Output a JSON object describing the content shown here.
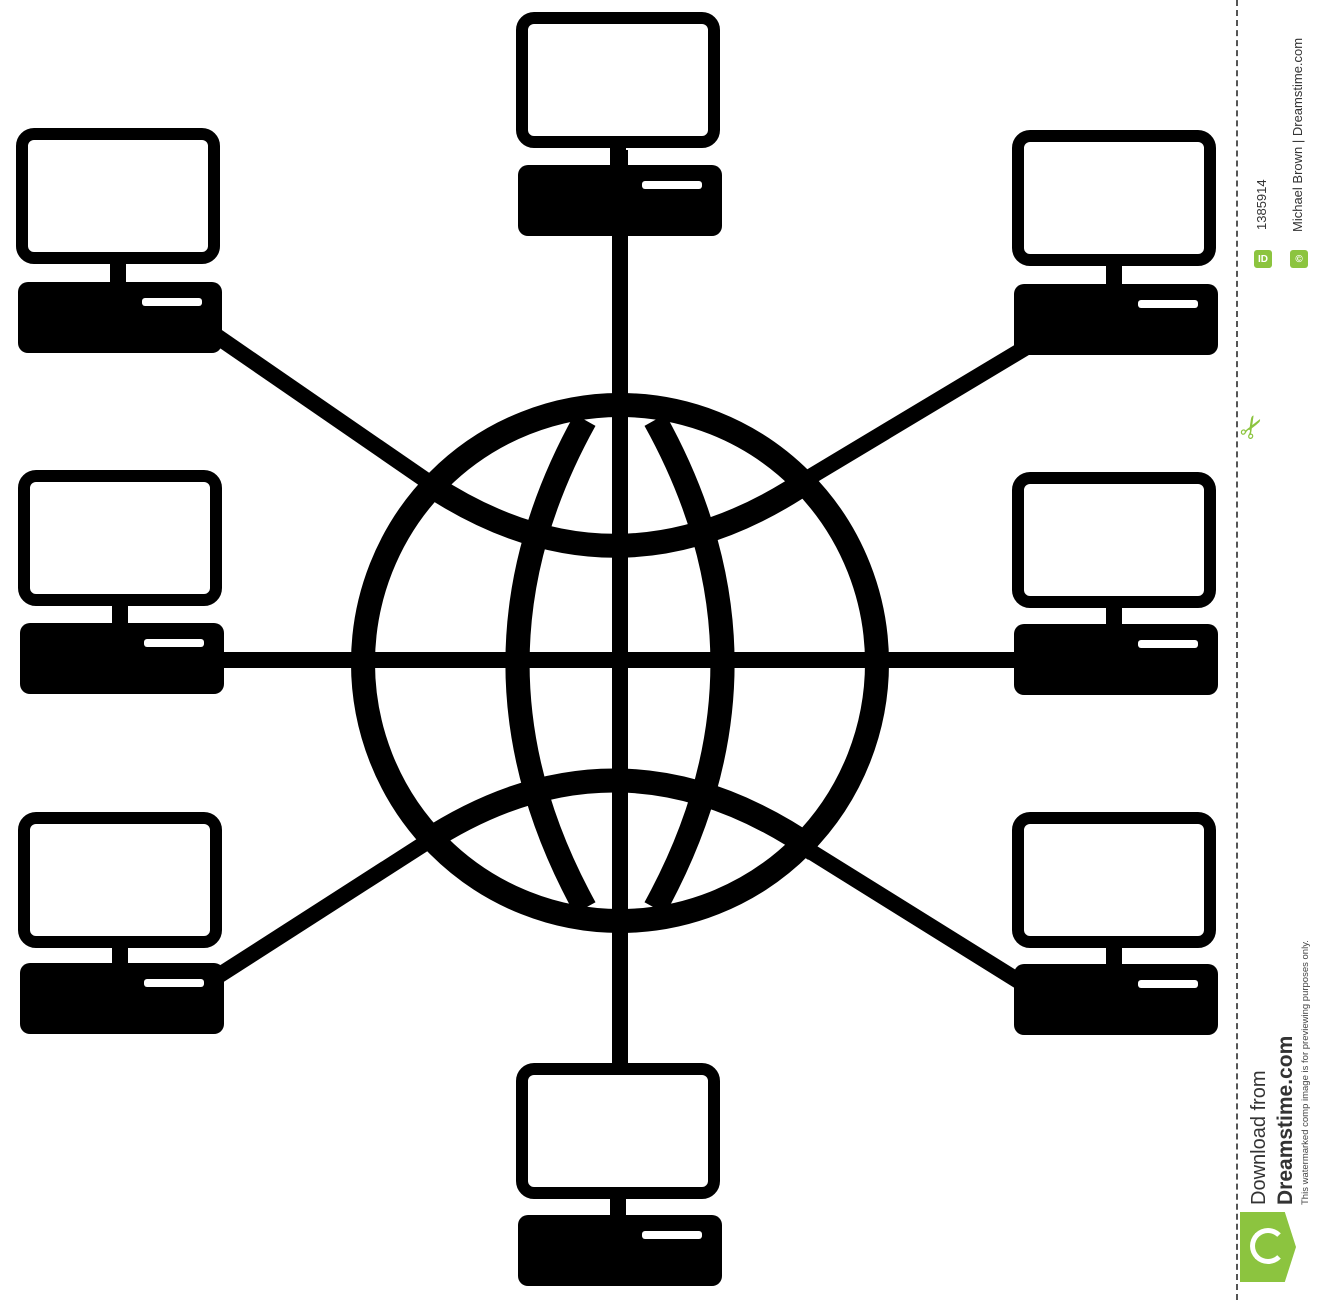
{
  "diagram": {
    "nodes": [
      "computer",
      "computer",
      "computer",
      "computer",
      "computer",
      "computer",
      "computer",
      "computer"
    ],
    "hub": "globe",
    "colors": {
      "ink": "#000000",
      "background": "#ffffff",
      "brand": "#8cc43f"
    }
  },
  "watermark": {
    "text": "dreamstime",
    "image_id_label": "ID",
    "image_id": "1385914",
    "credit": "Michael Brown | Dreamstime.com",
    "download_from": "Download from",
    "site": "Dreamstime.com",
    "disclaimer": "This watermarked comp image is for previewing purposes only."
  }
}
